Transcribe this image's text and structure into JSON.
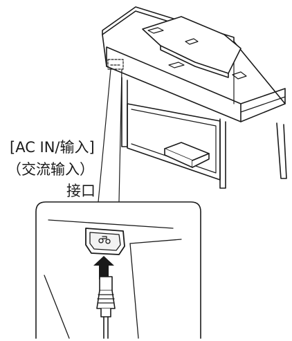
{
  "callout": {
    "line1": "[AC IN/输入]",
    "line2": "（交流输入）",
    "line3": "接口"
  },
  "icons": {
    "socket_symbol": "ac-inlet-symbol-icon",
    "insert_arrow": "up-arrow-icon",
    "plug": "power-plug-icon"
  },
  "colors": {
    "line": "#1a1a1a",
    "fill": "#ffffff",
    "shade": "#e6e6e6"
  }
}
